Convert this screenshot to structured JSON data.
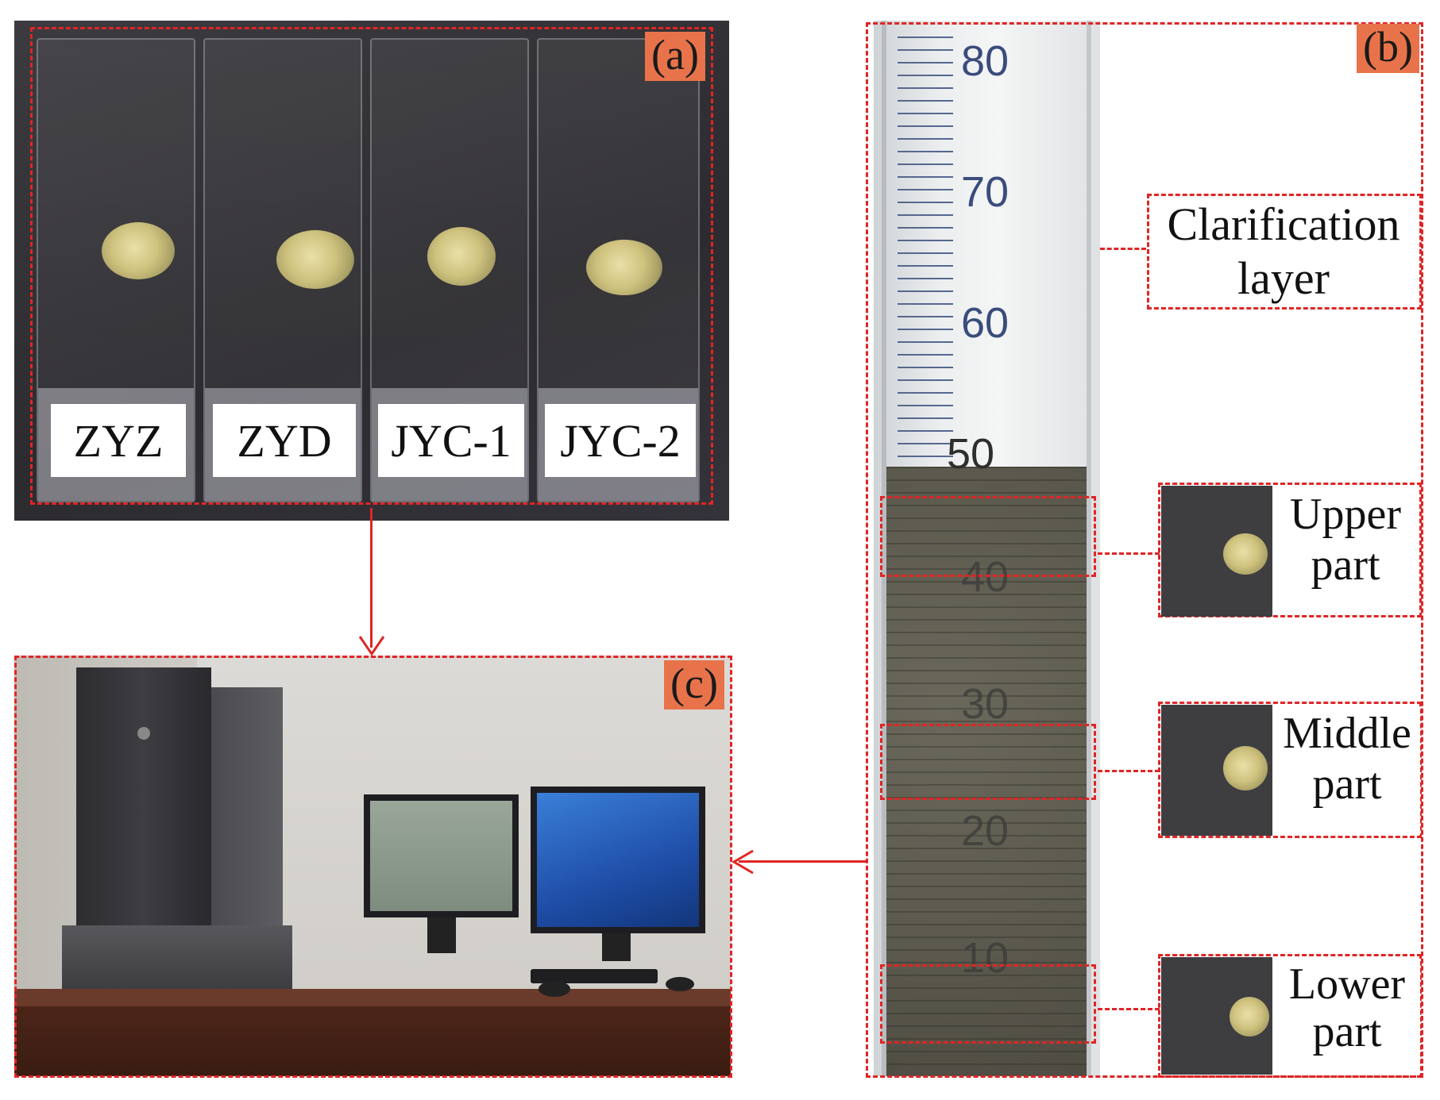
{
  "panel_a": {
    "tag": "(a)",
    "slides": [
      {
        "label": "ZYZ"
      },
      {
        "label": "ZYD"
      },
      {
        "label": "JYC-1"
      },
      {
        "label": "JYC-2"
      }
    ]
  },
  "panel_b": {
    "tag": "(b)",
    "graduations": [
      "80",
      "70",
      "60",
      "50",
      "40",
      "30",
      "20",
      "10"
    ],
    "annotations": {
      "clarification_line1": "Clarification",
      "clarification_line2": "layer",
      "upper_line1": "Upper",
      "upper_line2": "part",
      "middle_line1": "Middle",
      "middle_line2": "part",
      "lower_line1": "Lower",
      "lower_line2": "part"
    }
  },
  "panel_c": {
    "tag": "(c)"
  },
  "colors": {
    "dash": "#e02525",
    "tag_bg": "#e8734a",
    "sediment": "#5c5a4e"
  }
}
